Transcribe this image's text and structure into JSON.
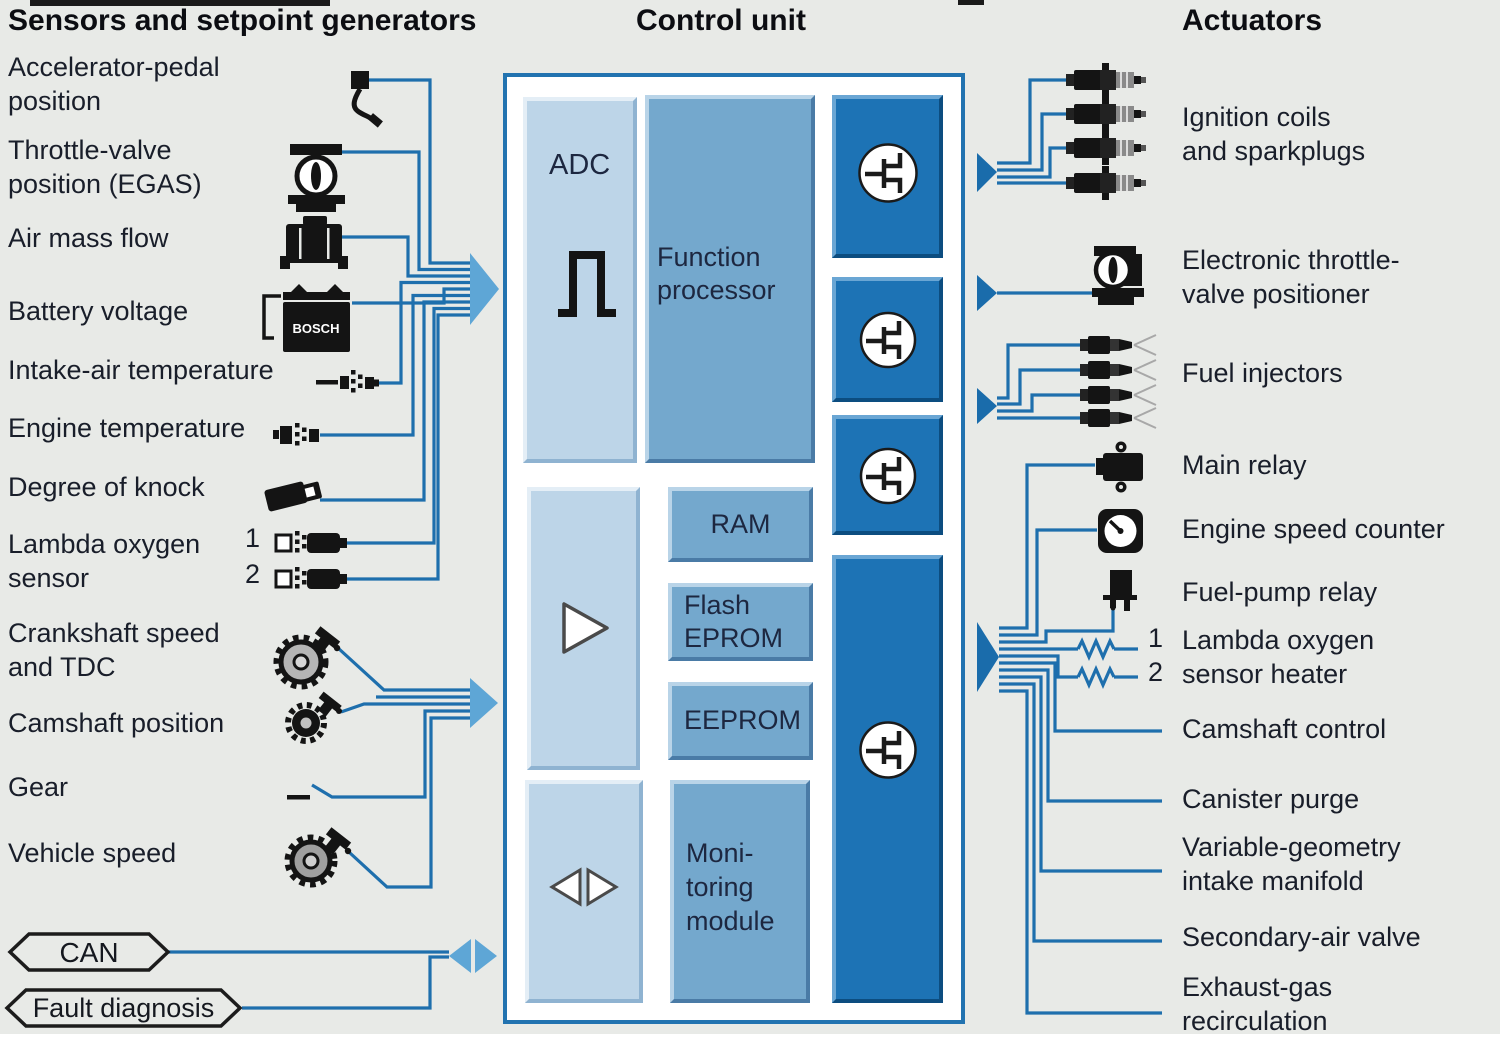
{
  "headers": {
    "sensors": "Sensors and setpoint generators",
    "control_unit": "Control unit",
    "actuators": "Actuators"
  },
  "sensors": [
    {
      "id": "accelerator-pedal",
      "icon": "accelerator-pedal-icon",
      "lines": [
        "Accelerator-pedal",
        "position"
      ]
    },
    {
      "id": "throttle-valve",
      "icon": "throttle-valve-icon",
      "lines": [
        "Throttle-valve",
        "position (EGAS)"
      ]
    },
    {
      "id": "air-mass-flow",
      "icon": "air-mass-flow-icon",
      "lines": [
        "Air mass flow"
      ]
    },
    {
      "id": "battery-voltage",
      "icon": "battery-icon",
      "badge": "BOSCH",
      "lines": [
        "Battery voltage"
      ]
    },
    {
      "id": "intake-air-temperature",
      "icon": "intake-air-temp-icon",
      "lines": [
        "Intake-air temperature"
      ]
    },
    {
      "id": "engine-temperature",
      "icon": "engine-temp-icon",
      "lines": [
        "Engine temperature"
      ]
    },
    {
      "id": "degree-of-knock",
      "icon": "knock-sensor-icon",
      "lines": [
        "Degree of knock"
      ]
    },
    {
      "id": "lambda-oxygen-sensor",
      "icon": "lambda-sensor-icon",
      "numbers": [
        "1",
        "2"
      ],
      "lines": [
        "Lambda oxygen",
        "sensor"
      ]
    },
    {
      "id": "crankshaft-speed-tdc",
      "icon": "crankshaft-gear-icon",
      "lines": [
        "Crankshaft speed",
        "and TDC"
      ]
    },
    {
      "id": "camshaft-position",
      "icon": "camshaft-gear-icon",
      "lines": [
        "Camshaft position"
      ]
    },
    {
      "id": "gear",
      "icon": "gear-switch-icon",
      "lines": [
        "Gear"
      ]
    },
    {
      "id": "vehicle-speed",
      "icon": "vehicle-speed-gear-icon",
      "lines": [
        "Vehicle speed"
      ]
    }
  ],
  "buses": [
    {
      "id": "can",
      "label": "CAN"
    },
    {
      "id": "fault-diagnosis",
      "label": "Fault diagnosis"
    }
  ],
  "control_unit": {
    "adc": "ADC",
    "function_processor": [
      "Function",
      "processor"
    ],
    "ram": "RAM",
    "flash": [
      "Flash",
      "EPROM"
    ],
    "eeprom": "EEPROM",
    "monitoring": [
      "Moni-",
      "toring",
      "module"
    ]
  },
  "actuators": [
    {
      "id": "ignition-coils",
      "icon": "sparkplug-icon",
      "lines": [
        "Ignition coils",
        "and sparkplugs"
      ]
    },
    {
      "id": "throttle-positioner",
      "icon": "throttle-positioner-icon",
      "lines": [
        "Electronic throttle-",
        "valve positioner"
      ]
    },
    {
      "id": "fuel-injectors",
      "icon": "fuel-injector-icon",
      "lines": [
        "Fuel injectors"
      ]
    },
    {
      "id": "main-relay",
      "icon": "main-relay-icon",
      "lines": [
        "Main relay"
      ]
    },
    {
      "id": "engine-speed-counter",
      "icon": "speed-counter-icon",
      "lines": [
        "Engine speed counter"
      ]
    },
    {
      "id": "fuel-pump-relay",
      "icon": "fuel-pump-relay-icon",
      "lines": [
        "Fuel-pump relay"
      ]
    },
    {
      "id": "lambda-sensor-heater",
      "icon": "resistor-icon",
      "numbers": [
        "1",
        "2"
      ],
      "lines": [
        "Lambda oxygen",
        "sensor heater"
      ]
    },
    {
      "id": "camshaft-control",
      "lines": [
        "Camshaft control"
      ]
    },
    {
      "id": "canister-purge",
      "lines": [
        "Canister purge"
      ]
    },
    {
      "id": "variable-geometry-intake",
      "lines": [
        "Variable-geometry",
        "intake manifold"
      ]
    },
    {
      "id": "secondary-air-valve",
      "lines": [
        "Secondary-air valve"
      ]
    },
    {
      "id": "exhaust-gas-recirculation",
      "lines": [
        "Exhaust-gas",
        "recirculation"
      ]
    }
  ],
  "colors": {
    "background": "#e8eae7",
    "wire": "#1e6fad",
    "arrow_light": "#5ea6d6",
    "arrow_dark": "#1a6cab",
    "block_dark": "#1d73b5",
    "block_medium": "#74a8cd",
    "block_light": "#bdd5e8",
    "box_border": "#2273b0",
    "text": "#191e2a",
    "icon": "#141414"
  }
}
